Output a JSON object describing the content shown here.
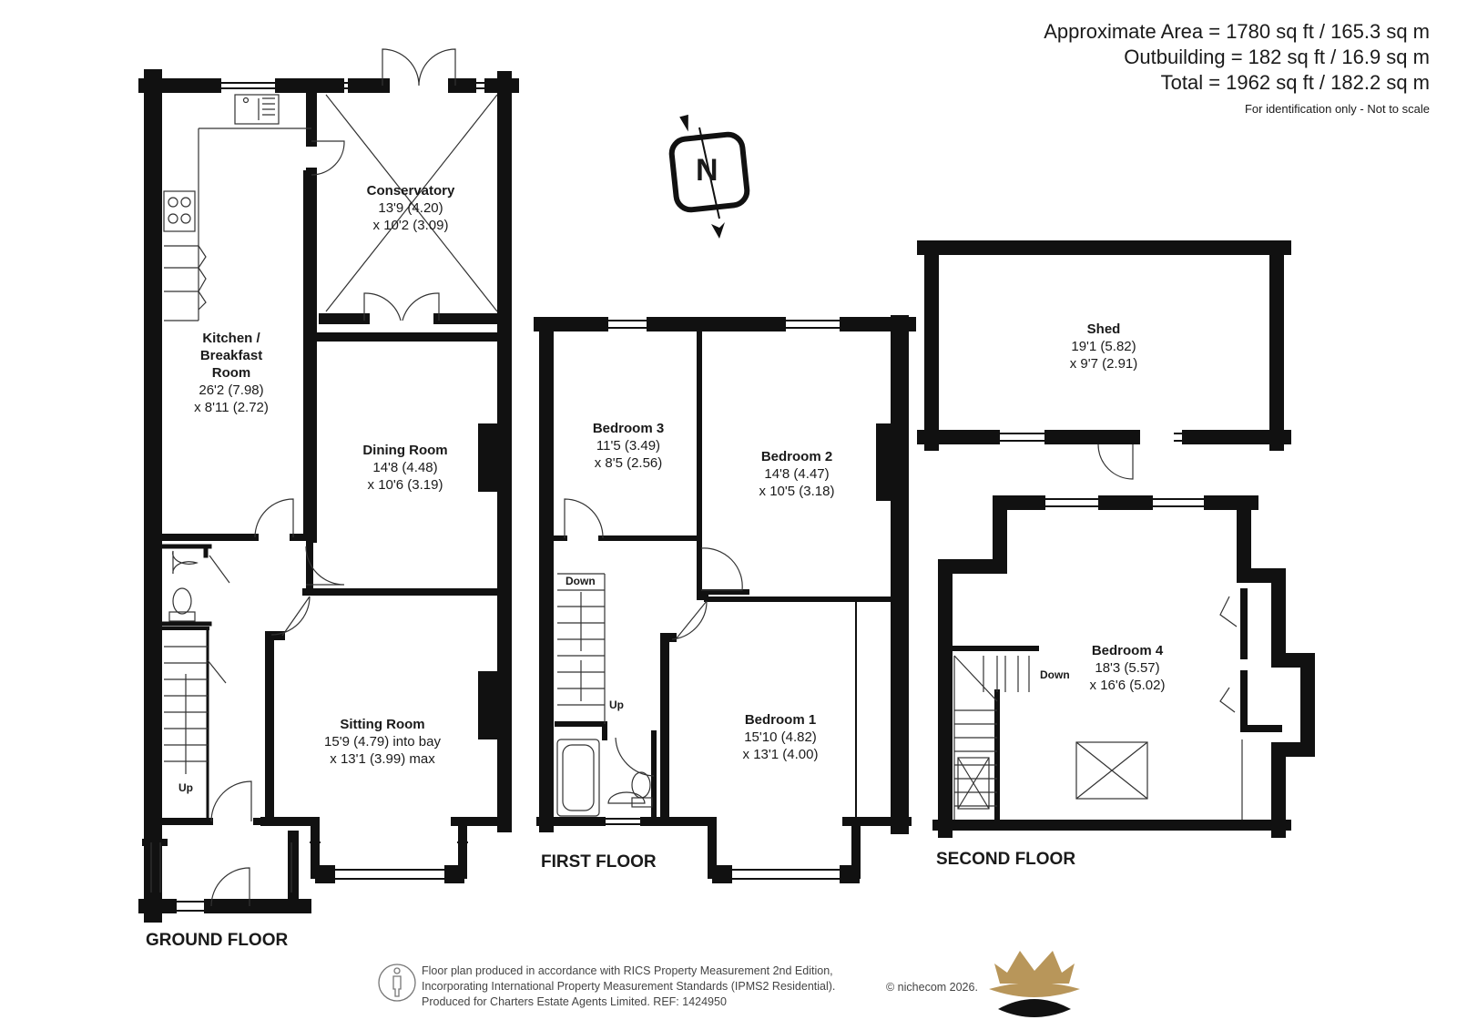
{
  "area_summary": {
    "approximate": "Approximate Area = 1780 sq ft / 165.3 sq m",
    "outbuilding": "Outbuilding = 182 sq ft / 16.9 sq m",
    "total": "Total = 1962 sq ft / 182.2 sq m",
    "note": "For identification only - Not to scale"
  },
  "compass": {
    "label": "N"
  },
  "floors": {
    "ground": "GROUND FLOOR",
    "first": "FIRST FLOOR",
    "second": "SECOND FLOOR"
  },
  "rooms": {
    "conservatory": {
      "name": "Conservatory",
      "dim1": "13'9 (4.20)",
      "dim2": "x 10'2 (3.09)"
    },
    "kitchen": {
      "name_line1": "Kitchen /",
      "name_line2": "Breakfast",
      "name_line3": "Room",
      "dim1": "26'2 (7.98)",
      "dim2": "x 8'11 (2.72)"
    },
    "dining": {
      "name": "Dining Room",
      "dim1": "14'8 (4.48)",
      "dim2": "x 10'6 (3.19)"
    },
    "sitting": {
      "name": "Sitting Room",
      "dim1": "15'9 (4.79) into bay",
      "dim2": "x 13'1 (3.99) max"
    },
    "bedroom3": {
      "name": "Bedroom 3",
      "dim1": "11'5 (3.49)",
      "dim2": "x 8'5 (2.56)"
    },
    "bedroom2": {
      "name": "Bedroom 2",
      "dim1": "14'8 (4.47)",
      "dim2": "x 10'5 (3.18)"
    },
    "bedroom1": {
      "name": "Bedroom 1",
      "dim1": "15'10 (4.82)",
      "dim2": "x 13'1 (4.00)"
    },
    "shed": {
      "name": "Shed",
      "dim1": "19'1 (5.82)",
      "dim2": "x 9'7 (2.91)"
    },
    "bedroom4": {
      "name": "Bedroom 4",
      "dim1": "18'3 (5.57)",
      "dim2": "x 16'6 (5.02)"
    }
  },
  "stair_labels": {
    "ground_up": "Up",
    "first_down": "Down",
    "first_up": "Up",
    "second_down": "Down"
  },
  "footer": {
    "line1": "Floor plan produced in accordance with RICS Property Measurement 2nd Edition,",
    "line2": "Incorporating International Property Measurement Standards (IPMS2 Residential).",
    "line3": "Produced for Charters Estate Agents Limited.   REF: 1424950",
    "copyright": "© nichecom 2026."
  },
  "colors": {
    "wall": "#111111",
    "gold": "#b8965a",
    "footer_text": "#444444"
  },
  "icons": [
    "compass-icon",
    "person-icon",
    "crown-logo-icon"
  ]
}
